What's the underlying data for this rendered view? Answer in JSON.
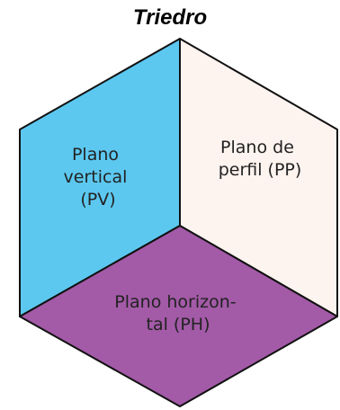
{
  "title": "Triedro",
  "colors": {
    "vertical_plane": "#5cc8f0",
    "profile_plane": "#fdf3ef",
    "horizontal_plane": "#a35aa7",
    "outline": "#111111"
  },
  "planes": {
    "vertical": {
      "lines": [
        "Plano",
        "vertical",
        "(PV)"
      ]
    },
    "profile": {
      "lines": [
        "Plano de",
        "perfil (PP)"
      ]
    },
    "horizontal": {
      "lines": [
        "Plano horizon-",
        "tal (PH)"
      ]
    }
  }
}
